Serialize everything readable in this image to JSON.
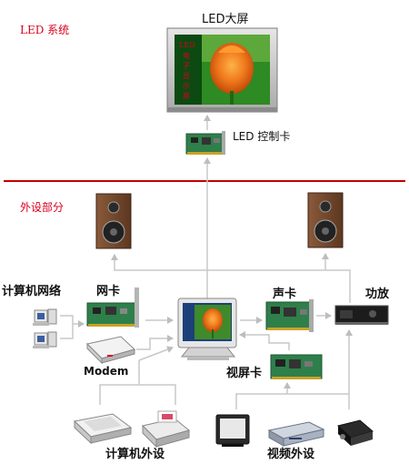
{
  "sections": {
    "led_system": "LED 系统",
    "peripherals": "外设部分"
  },
  "nodes": {
    "led_screen": "LED大屏",
    "screen_text": [
      "LED",
      "电",
      "子",
      "显",
      "示",
      "屏"
    ],
    "led_control_card": "LED 控制卡",
    "network": "计算机网络",
    "network_card": "网卡",
    "modem": "Modem",
    "sound_card": "声卡",
    "amplifier": "功放",
    "video_card": "视屏卡",
    "computer_peripherals": "计算机外设",
    "video_peripherals": "视频外设"
  },
  "colors": {
    "section_text": "#d8001c",
    "divider": "#c40000",
    "arrow": "#c8c8c8"
  }
}
